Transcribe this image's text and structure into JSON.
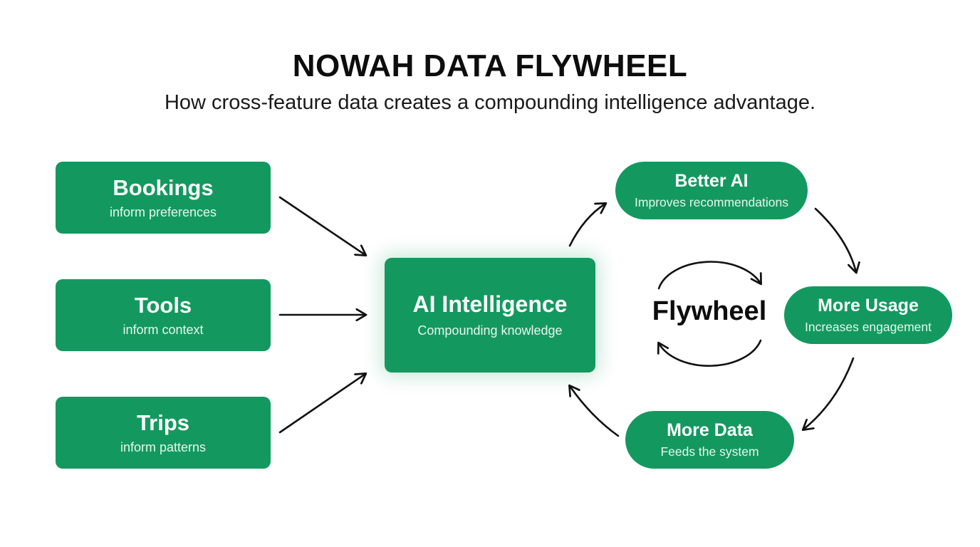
{
  "header": {
    "title": "NOWAH DATA FLYWHEEL",
    "subtitle": "How cross-feature data creates a compounding intelligence advantage."
  },
  "inputs": [
    {
      "label": "Bookings",
      "sub": "inform preferences"
    },
    {
      "label": "Tools",
      "sub": "inform context"
    },
    {
      "label": "Trips",
      "sub": "inform patterns"
    }
  ],
  "hub": {
    "label": "AI Intelligence",
    "sub": "Compounding knowledge"
  },
  "cycle": {
    "center": "Flywheel",
    "steps": [
      {
        "label": "Better AI",
        "sub": "Improves recommendations"
      },
      {
        "label": "More Usage",
        "sub": "Increases engagement"
      },
      {
        "label": "More Data",
        "sub": "Feeds the system"
      }
    ]
  },
  "colors": {
    "node_fill": "#13995f",
    "arrow": "#111111",
    "text_on_node": "#ffffff"
  }
}
